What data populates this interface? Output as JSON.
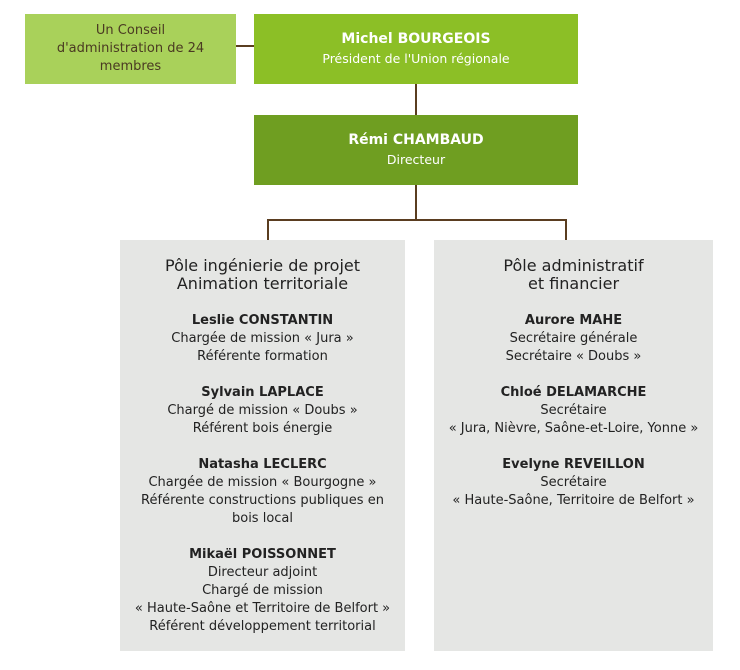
{
  "council": {
    "line1": "Un Conseil",
    "line2": "d'administration de 24",
    "line3": "membres"
  },
  "president": {
    "name": "Michel BOURGEOIS",
    "title": "Président de l'Union régionale"
  },
  "director": {
    "name": "Rémi CHAMBAUD",
    "title": "Directeur"
  },
  "pole_left": {
    "title_line1": "Pôle ingénierie de projet",
    "title_line2": "Animation territoriale",
    "people": [
      {
        "name": "Leslie CONSTANTIN",
        "lines": [
          "Chargée de mission « Jura »",
          "Référente formation"
        ]
      },
      {
        "name": "Sylvain LAPLACE",
        "lines": [
          "Chargé de mission « Doubs »",
          "Référent bois énergie"
        ]
      },
      {
        "name": "Natasha LECLERC",
        "lines": [
          "Chargée de mission « Bourgogne »",
          "Référente constructions publiques en",
          "bois local"
        ]
      },
      {
        "name": "Mikaël POISSONNET",
        "lines": [
          "Directeur adjoint",
          "Chargé de mission",
          "« Haute-Saône et Territoire de Belfort »",
          "Référent développement territorial"
        ]
      }
    ]
  },
  "pole_right": {
    "title_line1": "Pôle administratif",
    "title_line2": "et financier",
    "people": [
      {
        "name": "Aurore MAHE",
        "lines": [
          "Secrétaire générale",
          "Secrétaire « Doubs »"
        ]
      },
      {
        "name": "Chloé DELAMARCHE",
        "lines": [
          "Secrétaire",
          "« Jura, Nièvre, Saône-et-Loire, Yonne »"
        ]
      },
      {
        "name": "Evelyne REVEILLON",
        "lines": [
          "Secrétaire",
          "« Haute-Saône, Territoire de Belfort »"
        ]
      }
    ]
  }
}
